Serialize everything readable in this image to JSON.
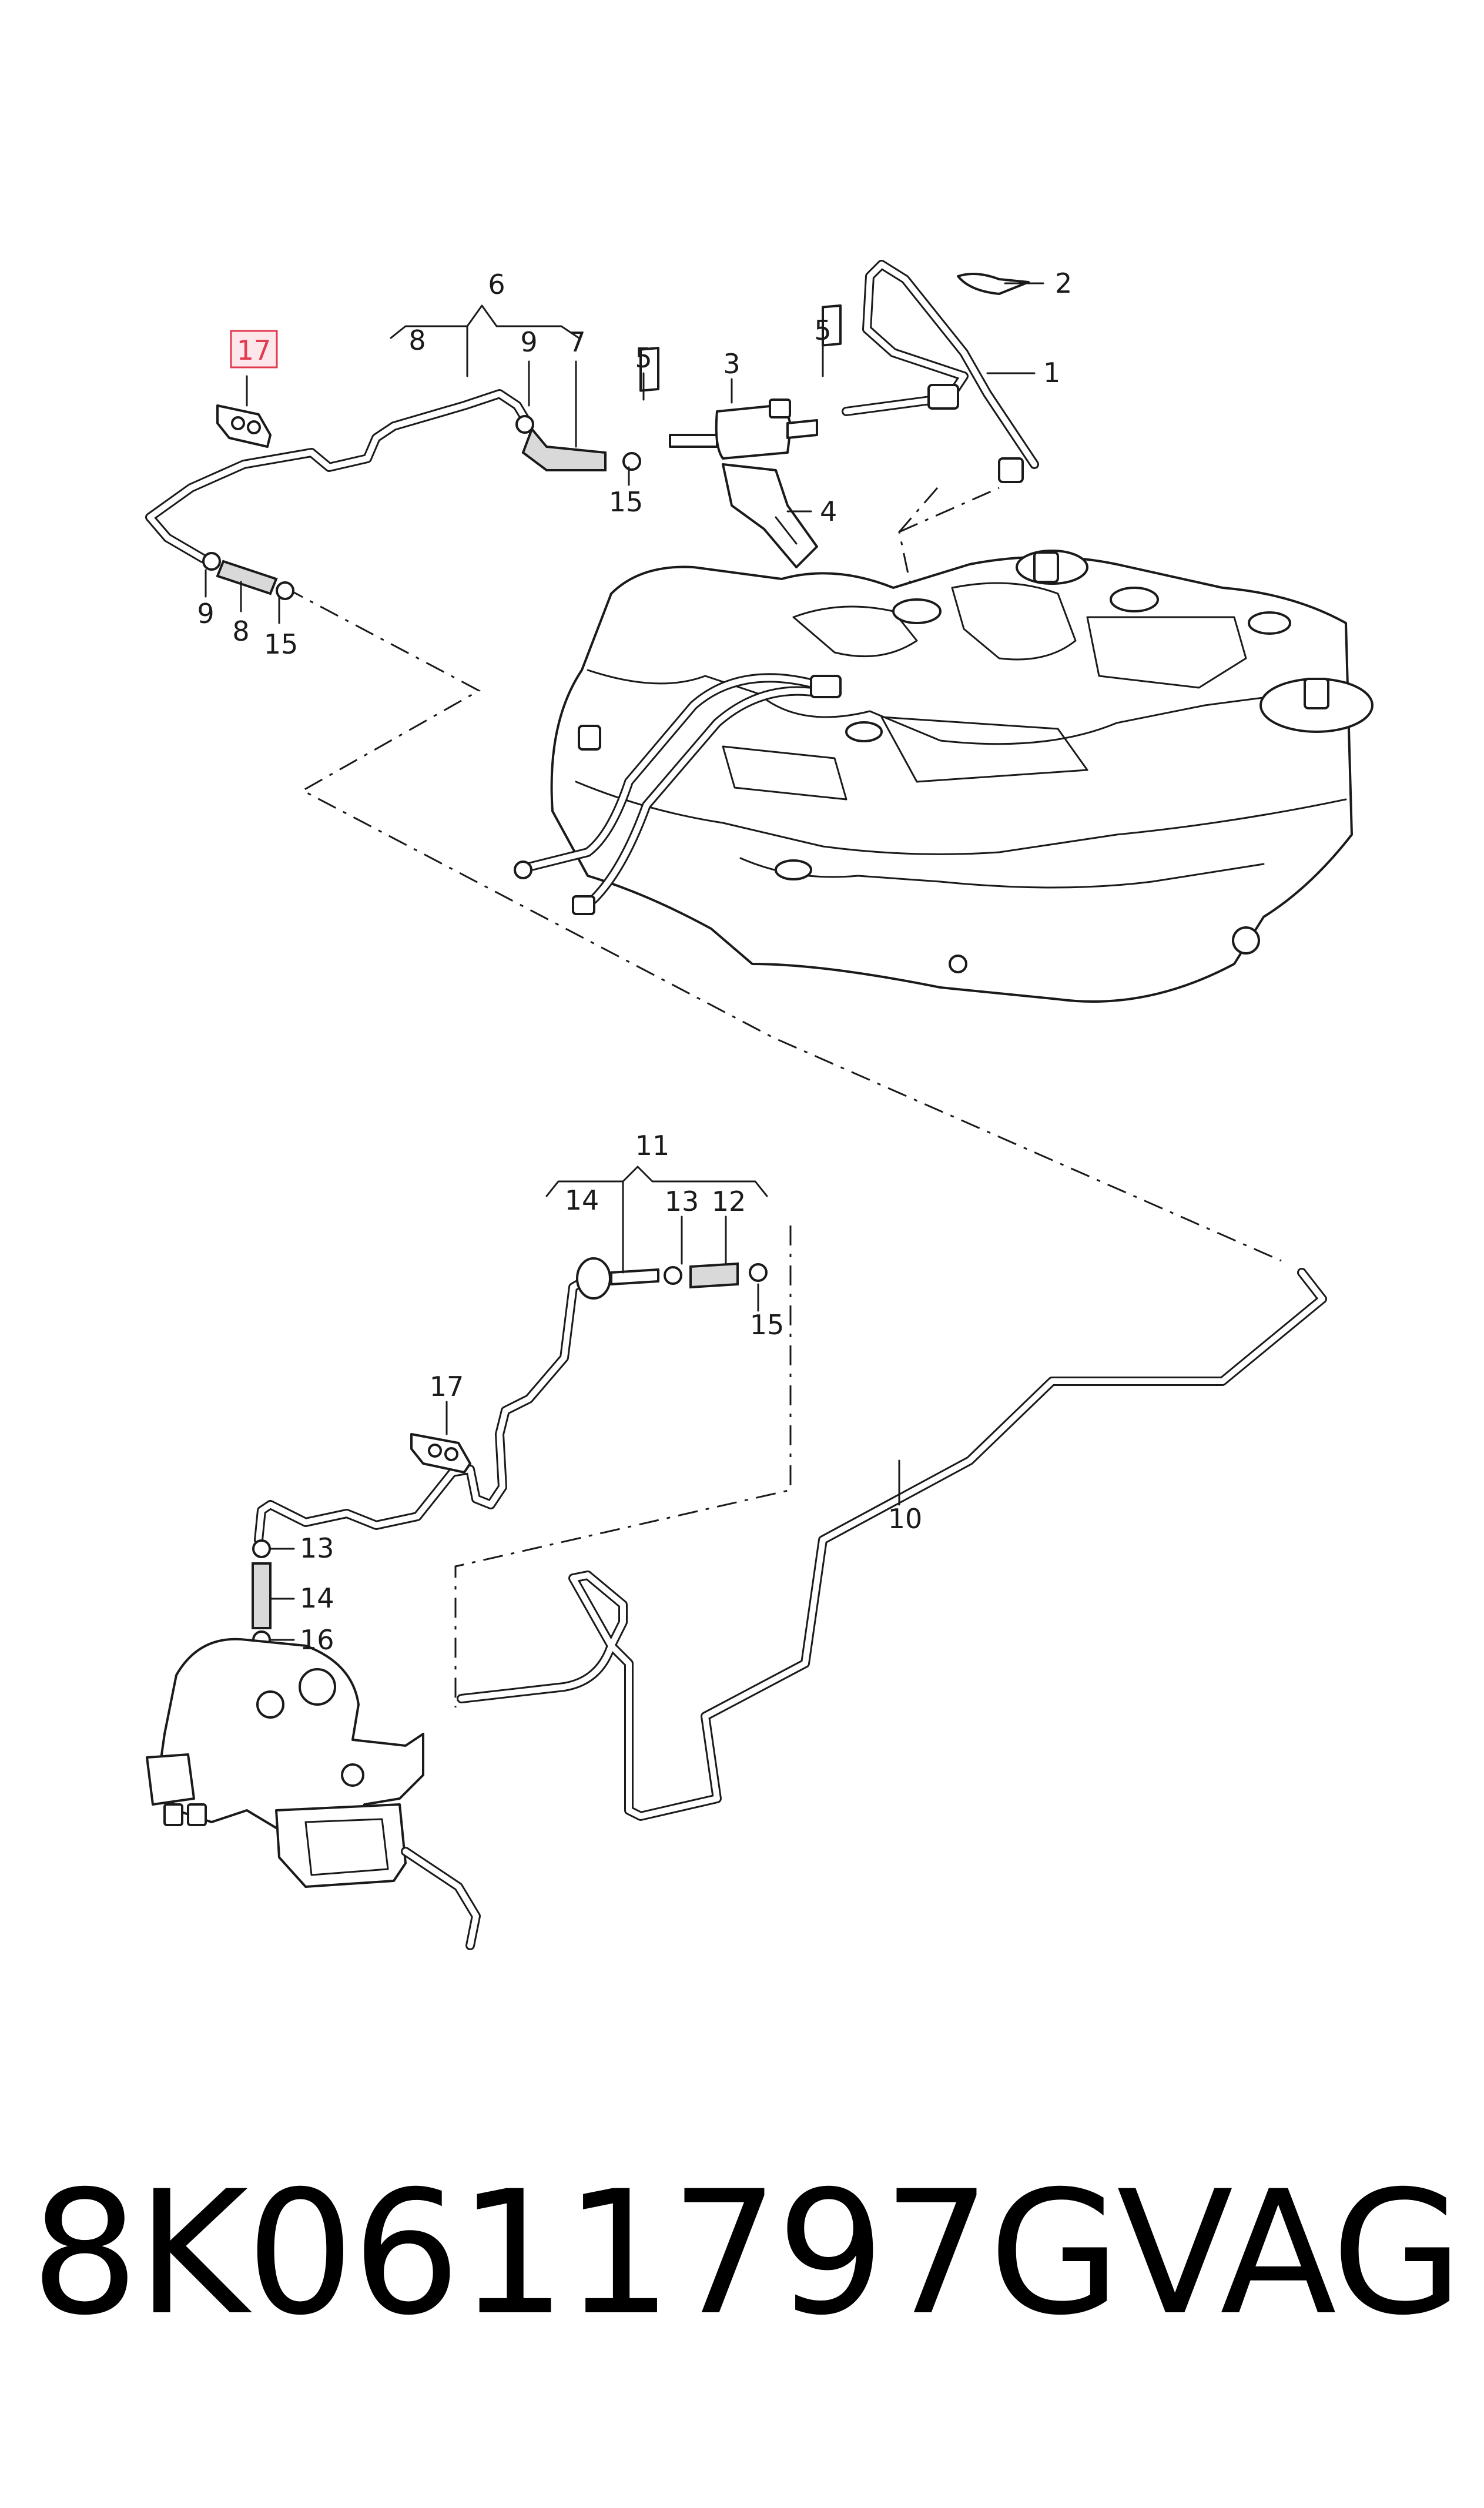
{
  "callouts": {
    "c1": "1",
    "c2": "2",
    "c3": "3",
    "c4": "4",
    "c5a": "5",
    "c5b": "5",
    "c6": "6",
    "c7": "7",
    "c8a": "8",
    "c8b": "8",
    "c9a": "9",
    "c9b": "9",
    "c10": "10",
    "c11": "11",
    "c12": "12",
    "c13a": "13",
    "c13b": "13",
    "c14a": "14",
    "c14b": "14",
    "c15a": "15",
    "c15b": "15",
    "c15c": "15",
    "c16": "16",
    "c17a": "17",
    "c17b": "17"
  },
  "highlight": {
    "label": "17",
    "color": "#e23a4e",
    "fill": "#fde7ea"
  },
  "footer": {
    "part_number": "8K0611797G",
    "brand": "VAG"
  }
}
